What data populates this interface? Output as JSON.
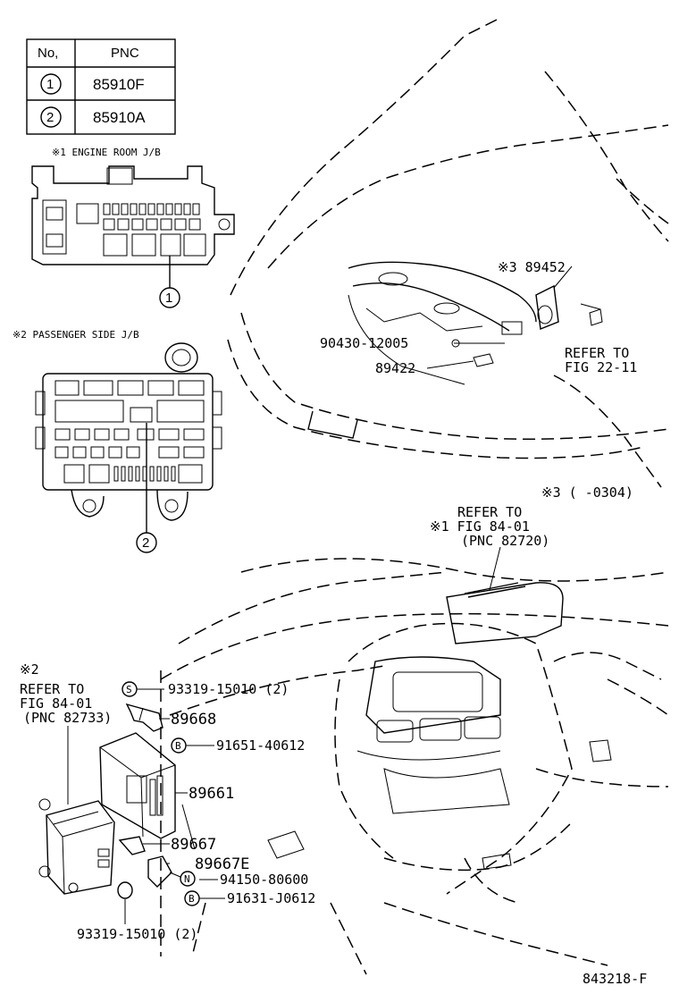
{
  "table": {
    "header_no": "No,",
    "header_pnc": "PNC",
    "rows": [
      {
        "no": "1",
        "pnc": "85910F"
      },
      {
        "no": "2",
        "pnc": "85910A"
      }
    ]
  },
  "notes": {
    "engine_room_jb": "※1 ENGINE ROOM J/B",
    "passenger_side_jb": "※2 PASSENGER SIDE J/B",
    "note3_range": "※3 (    -0304)",
    "refer_84_01_pnc_82720": [
      "REFER TO",
      "※1 FIG 84-01",
      "(PNC 82720)"
    ],
    "refer_84_01_pnc_82733": [
      "※2",
      "REFER TO",
      "FIG 84-01",
      "(PNC 82733)"
    ],
    "refer_22_11": [
      "REFER TO",
      "FIG 22-11"
    ]
  },
  "callouts": {
    "c1": "1",
    "c2": "2",
    "s": "S",
    "b": "B",
    "n": "N"
  },
  "parts": {
    "p89452": "※3 89452",
    "p90430": "90430-12005",
    "p89422": "89422",
    "p93319_top": "93319-15010 (2)",
    "p89668": "89668",
    "p91651": "91651-40612",
    "p89661": "89661",
    "p89667": "89667",
    "p89667e": "89667E",
    "p94150": "94150-80600",
    "p91631": "91631-J0612",
    "p93319_bottom": "93319-15010 (2)"
  },
  "figure_code": "843218-F"
}
